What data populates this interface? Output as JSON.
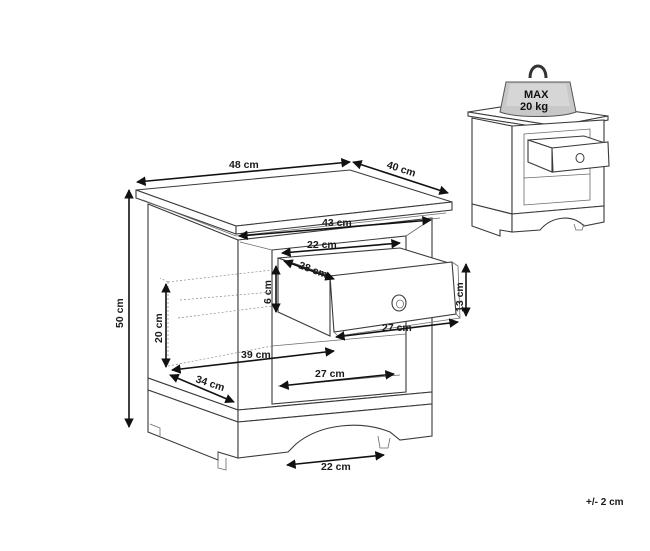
{
  "dimensions": {
    "width_top": "48 cm",
    "depth_top": "40 cm",
    "height_total": "50 cm",
    "inner_width": "43 cm",
    "drawer_width_top": "22 cm",
    "drawer_depth": "28 cm",
    "drawer_inner_height": "6 cm",
    "drawer_front_height": "13 cm",
    "drawer_front_width": "27 cm",
    "shelf_height": "20 cm",
    "shelf_depth": "39 cm",
    "shelf_width": "27 cm",
    "base_depth": "34 cm",
    "base_cutout_width": "22 cm"
  },
  "load_badge": {
    "line1": "MAX",
    "line2": "20 kg"
  },
  "tolerance": "+/- 2 cm"
}
